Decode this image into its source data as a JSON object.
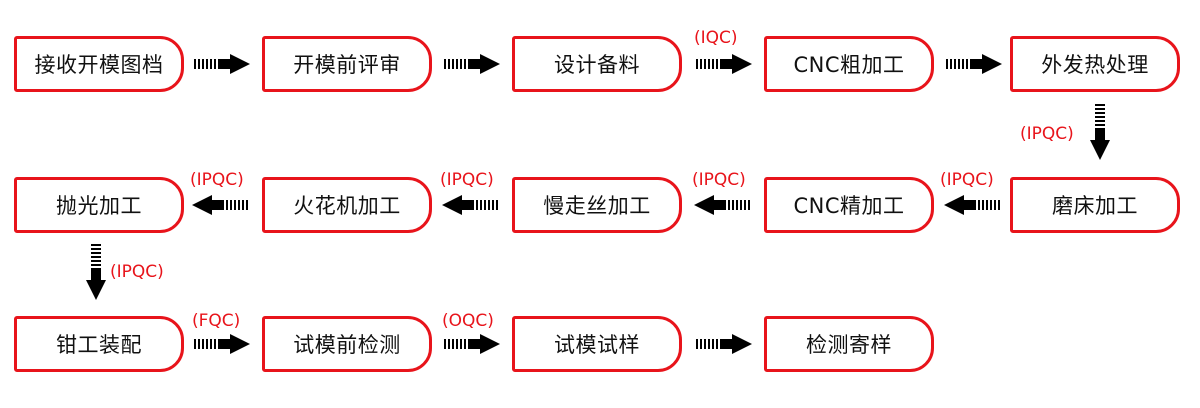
{
  "colors": {
    "node_border": "#e8141b",
    "qc_text": "#e8141b",
    "arrow": "#000000",
    "node_text": "#111111"
  },
  "steps": [
    "接收开模图档",
    "开模前评审",
    "设计备料",
    "CNC粗加工",
    "外发热处理",
    "磨床加工",
    "CNC精加工",
    "慢走丝加工",
    "火花机加工",
    "抛光加工",
    "钳工装配",
    "试模前检测",
    "试模试样",
    "检测寄样"
  ],
  "connections": [
    {
      "from": 0,
      "to": 1,
      "label": ""
    },
    {
      "from": 1,
      "to": 2,
      "label": ""
    },
    {
      "from": 2,
      "to": 3,
      "label": "(IQC)"
    },
    {
      "from": 3,
      "to": 4,
      "label": ""
    },
    {
      "from": 4,
      "to": 5,
      "label": "(IPQC)"
    },
    {
      "from": 5,
      "to": 6,
      "label": "(IPQC)"
    },
    {
      "from": 6,
      "to": 7,
      "label": "(IPQC)"
    },
    {
      "from": 7,
      "to": 8,
      "label": "(IPQC)"
    },
    {
      "from": 8,
      "to": 9,
      "label": "(IPQC)"
    },
    {
      "from": 9,
      "to": 10,
      "label": "(IPQC)"
    },
    {
      "from": 10,
      "to": 11,
      "label": "(FQC)"
    },
    {
      "from": 11,
      "to": 12,
      "label": "(OQC)"
    },
    {
      "from": 12,
      "to": 13,
      "label": ""
    }
  ]
}
